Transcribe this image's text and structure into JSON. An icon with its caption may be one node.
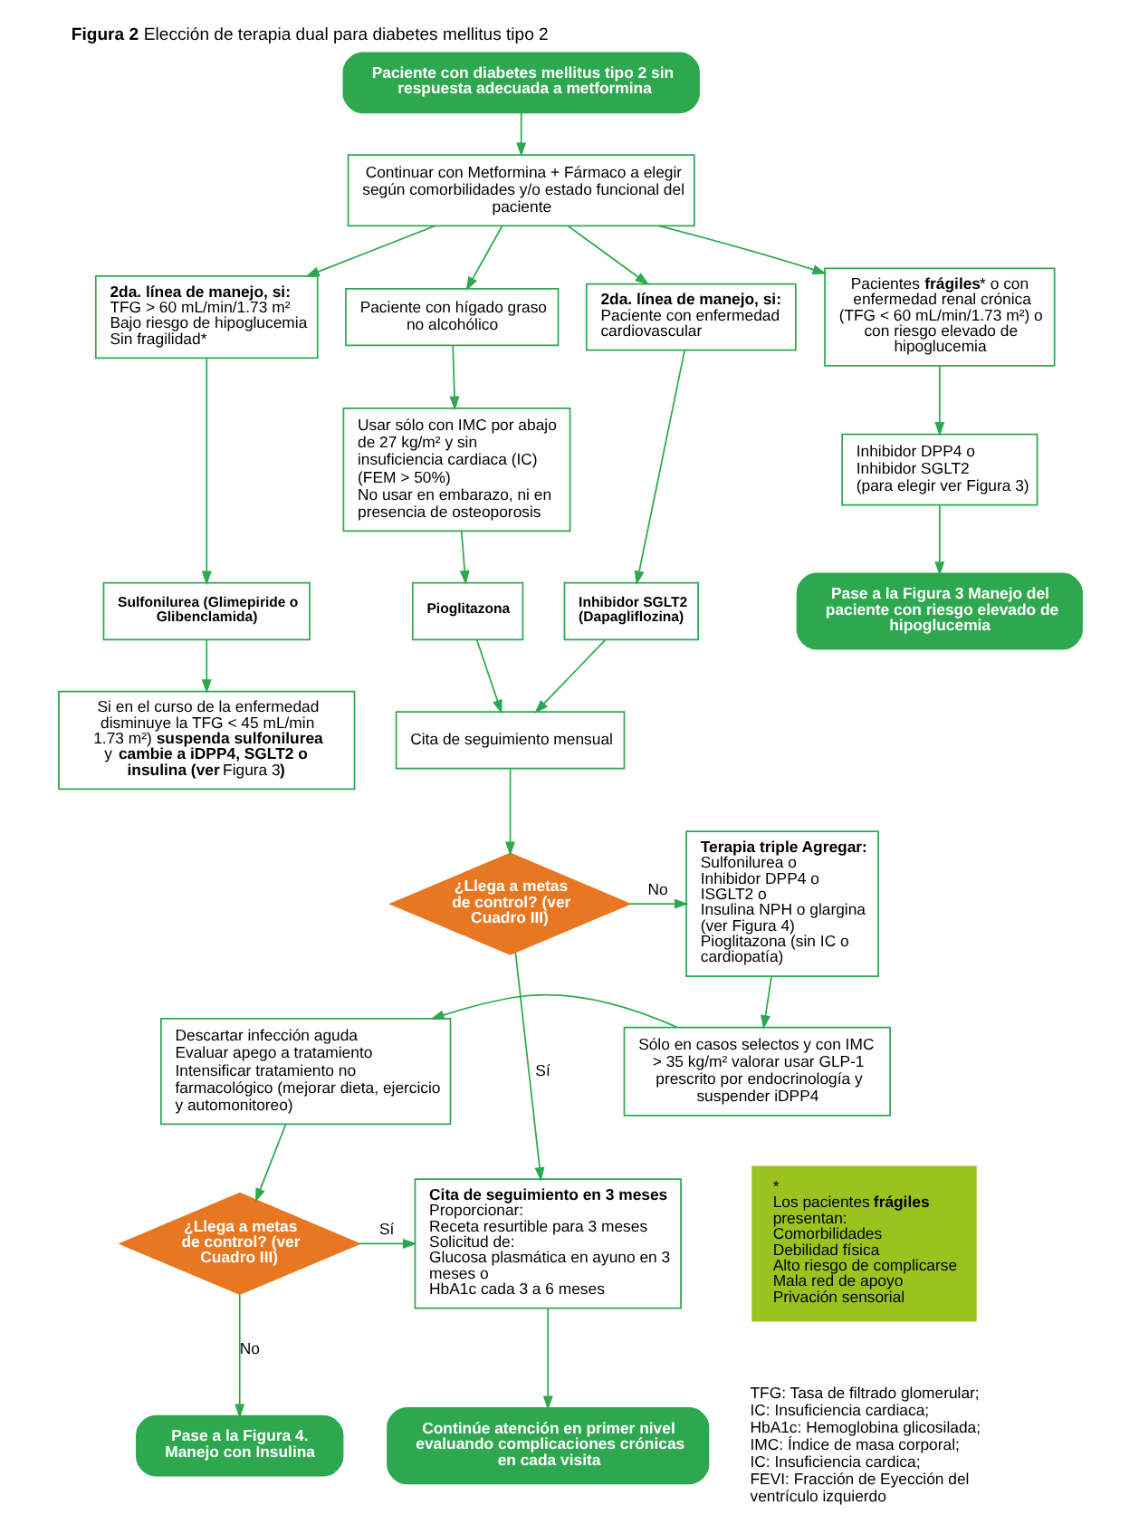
{
  "diagram": {
    "title": "**Figura 2** Elección de terapia dual para diabetes mellitus tipo 2",
    "nodes": [
      {
        "text": [
          "Paciente con diabetes mellitus tipo 2 sin respuesta adecuada a metformina"
        ]
      },
      {
        "text": [
          "Continuar con Metformina + Fármaco a elegir según comorbilidades y/o estado funcional del paciente"
        ]
      },
      {
        "text": [
          "**2da. línea de manejo, si:**",
          "TFG > 60 mL/min/1.73 m²",
          "Bajo riesgo de hipoglucemia",
          "Sin fragilidad*"
        ]
      },
      {
        "text": [
          "**2da. línea de manejo, si:**",
          "Paciente con enfermedad cardiovascular"
        ]
      },
      {
        "text": [
          "Paciente con hígado graso no alcohólico"
        ]
      },
      {
        "text": [
          "Pacientes **frágiles*** o con enfermedad renal crónica (TFG < 60 mL/min/1.73 m²) o con riesgo elevado de hipoglucemia"
        ]
      },
      {
        "text": [
          "Usar sólo con IMC por abajo de 27 kg/m² y sin insuficiencia cardiaca (IC) (FEM > 50%)",
          "No usar en embarazo, ni en presencia de osteoporosis"
        ]
      },
      {
        "text": [
          "Inhibidor DPP4 o",
          "Inhibidor SGLT2",
          "(para elegir ver Figura 3)"
        ]
      },
      {
        "text": [
          "Sulfonilurea (Glimepiride o Glibenclamida)"
        ]
      },
      {
        "text": [
          "Inhibidor SGLT2 (Dapagliflozina)"
        ]
      },
      {
        "text": [
          "Pioglitazona"
        ]
      },
      {
        "text": [
          "Pase a la Figura 3 Manejo del paciente con riesgo elevado de hipoglucemia"
        ]
      },
      {
        "text": [
          "Si en el curso de la enfermedad disminuye la TFG < 45 mL/min 1.73 m²) **suspenda sulfonilurea** y **cambie a iDPP4, SGLT2 o insulina (ver** Figura 3**)**"
        ]
      },
      {
        "text": [
          "Cita de seguimiento mensual"
        ]
      },
      {
        "text": [
          "¿Llega a metas de control? (ver Cuadro III)"
        ]
      },
      {
        "text": [
          "**Terapia triple Agregar:**",
          "Sulfonilurea o",
          "Inhibidor DPP4 o",
          "ISGLT2 o",
          "Insulina NPH o glargina (ver Figura 4)",
          "Pioglitazona (sin IC o cardiopatía)"
        ]
      },
      {
        "text": [
          "Sólo en casos selectos y con IMC > 35 kg/m² valorar usar GLP-1 prescrito por endocrinología y suspender iDPP4"
        ]
      },
      {
        "text": [
          "Descartar infección aguda",
          "Evaluar apego a tratamiento",
          "Intensificar tratamiento no farmacológico (mejorar dieta, ejercicio y automonitoreo)"
        ]
      },
      {
        "text": [
          "¿Llega a metas de control? (ver Cuadro III)"
        ]
      },
      {
        "text": [
          "**Cita de seguimiento en 3 meses**",
          "Proporcionar:",
          "Receta resurtible para 3 meses",
          "Solicitud de:",
          "Glucosa plasmática en ayuno en 3 meses o",
          "HbA1c cada 3 a 6 meses"
        ]
      },
      {
        "text": [
          "Continúe atención en primer nivel evaluando complicaciones crónicas en cada visita"
        ]
      },
      {
        "text": [
          "Pase a la Figura 4. Manejo con Insulina"
        ]
      },
      {
        "text": [
          "*",
          "Los pacientes **frágiles** presentan:",
          "Comorbilidades",
          "Debilidad física",
          "Alto riesgo de complicarse",
          "Mala red de apoyo",
          "Privación sensorial"
        ]
      }
    ],
    "edges": [
      {
        "from": 0,
        "to": 1,
        "arrow": "to"
      },
      {
        "from": 1,
        "to": 2,
        "arrow": "to"
      },
      {
        "from": 1,
        "to": 3,
        "arrow": "to"
      },
      {
        "from": 1,
        "to": 4,
        "arrow": "to"
      },
      {
        "from": 1,
        "to": 5,
        "arrow": "to"
      },
      {
        "from": 2,
        "to": 8,
        "arrow": "to"
      },
      {
        "from": 3,
        "to": 9,
        "arrow": "to"
      },
      {
        "from": 4,
        "to": 6,
        "arrow": "to"
      },
      {
        "from": 6,
        "to": 10,
        "arrow": "to"
      },
      {
        "from": 5,
        "to": 7,
        "arrow": "to"
      },
      {
        "from": 7,
        "to": 11,
        "arrow": "to"
      },
      {
        "from": 8,
        "to": 12,
        "arrow": "to"
      },
      {
        "from": 9,
        "to": 13,
        "arrow": "to"
      },
      {
        "from": 10,
        "to": 13,
        "arrow": "to"
      },
      {
        "from": 13,
        "to": 14,
        "arrow": "to"
      },
      {
        "from": 14,
        "to": 19,
        "arrow": "to",
        "label": "Sí"
      },
      {
        "from": 14,
        "to": 15,
        "arrow": "to",
        "label": "No"
      },
      {
        "from": 15,
        "to": 16,
        "arrow": "to"
      },
      {
        "from": 16,
        "to": 17,
        "arrow": "to"
      },
      {
        "from": 17,
        "to": 18,
        "arrow": "to"
      },
      {
        "from": 18,
        "to": 19,
        "arrow": "to",
        "label": "Sí"
      },
      {
        "from": 18,
        "to": 21,
        "arrow": "to",
        "label": "No"
      },
      {
        "from": 19,
        "to": 20,
        "arrow": "to"
      }
    ],
    "labels": [
      "TFG: Tasa de filtrado glomerular;",
      "IC: Insuficiencia cardiaca;",
      "HbA1c: Hemoglobina glicosilada;",
      "IMC: Índice de masa corporal;",
      "IC: Insuficiencia cardica;",
      "FEVI: Fracción de Eyección del ventrículo izquierdo"
    ]
  }
}
